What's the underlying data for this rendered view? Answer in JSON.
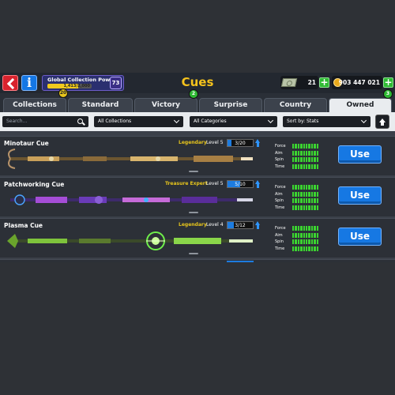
{
  "header": {
    "title": "Cues",
    "global_collection": {
      "label": "Global Collection Power",
      "value": "1,413/2,000",
      "progress": 0.7,
      "level": "73"
    },
    "cash": "21",
    "coins": "903 447 021"
  },
  "tabs": [
    {
      "label": "Collections",
      "badge": "20"
    },
    {
      "label": "Standard",
      "badge": ""
    },
    {
      "label": "Victory",
      "badge": "2"
    },
    {
      "label": "Surprise",
      "badge": ""
    },
    {
      "label": "Country",
      "badge": ""
    },
    {
      "label": "Owned",
      "badge": "3"
    }
  ],
  "filters": {
    "search_placeholder": "Search...",
    "collections": "All Collections",
    "categories": "All Categories",
    "sort": "Sort by: Stats"
  },
  "stat_labels": [
    "Force",
    "Aim",
    "Spin",
    "Time"
  ],
  "use_label": "Use",
  "cues": [
    {
      "name": "Minotaur Cue",
      "rarity": "Legendary",
      "level": "Level 5",
      "pieces": "3/20",
      "progress": 0.15,
      "stats": [
        10,
        10,
        10,
        10
      ]
    },
    {
      "name": "Patchworking Cue",
      "rarity": "Treasure Expert",
      "level": "Level 5",
      "pieces": "5/10",
      "progress": 0.5,
      "stats": [
        10,
        10,
        10,
        10
      ]
    },
    {
      "name": "Plasma Cue",
      "rarity": "Legendary",
      "level": "Level 4",
      "pieces": "3/12",
      "progress": 0.25,
      "stats": [
        10,
        10,
        10,
        10
      ]
    }
  ],
  "colors": {
    "accent": "#1678e3",
    "gold": "#f6c31c",
    "stat_on": "#3bd430",
    "danger": "#d8232e"
  }
}
